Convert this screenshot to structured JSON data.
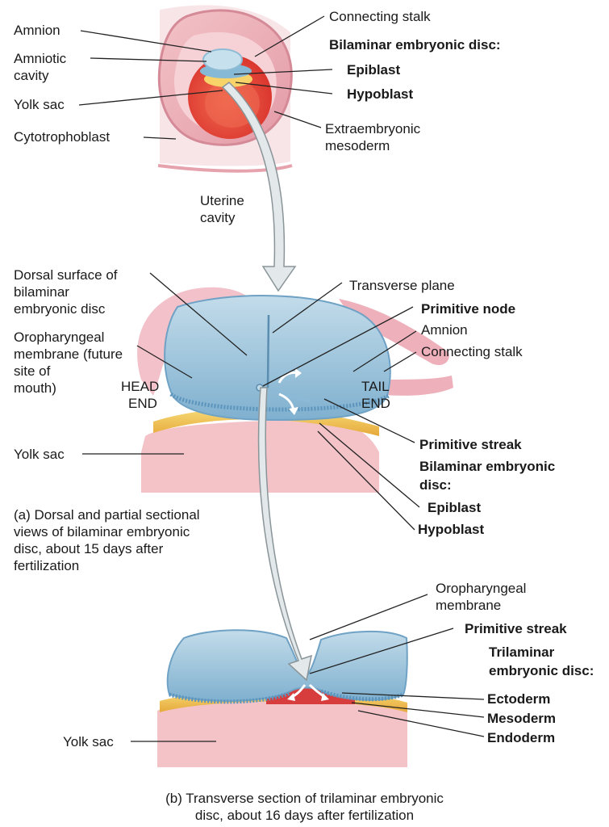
{
  "colors": {
    "amnion_blue": "#9cc6de",
    "epiblast_blue": "#86b9d6",
    "yolk_red": "#e4453a",
    "yolk_yellow": "#f1c43c",
    "pink_tissue": "#e7a1ac",
    "arrow_gray": "#e3e8ea",
    "mesoderm_red": "#d83d3d"
  },
  "top": {
    "amnion": "Amnion",
    "amniotic_cavity_1": "Amniotic",
    "amniotic_cavity_2": "cavity",
    "yolk_sac": "Yolk sac",
    "cytotrophoblast": "Cytotrophoblast",
    "connecting_stalk": "Connecting stalk",
    "bilaminar_heading": "Bilaminar embryonic disc:",
    "epiblast": "Epiblast",
    "hypoblast": "Hypoblast",
    "extraembryonic_1": "Extraembryonic",
    "extraembryonic_2": "mesoderm",
    "uterine_1": "Uterine",
    "uterine_2": "cavity"
  },
  "middle": {
    "dorsal_1": "Dorsal surface of",
    "dorsal_2": "bilaminar",
    "dorsal_3": "embryonic disc",
    "transverse_plane": "Transverse plane",
    "primitive_node": "Primitive node",
    "amnion": "Amnion",
    "connecting_stalk": "Connecting stalk",
    "oro_1": "Oropharyngeal",
    "oro_2": "membrane (future",
    "oro_3": "site of",
    "oro_4": "mouth)",
    "head_1": "HEAD",
    "head_2": "END",
    "tail_1": "TAIL",
    "tail_2": "END",
    "yolk_sac": "Yolk sac",
    "primitive_streak": "Primitive streak",
    "bilaminar_1": "Bilaminar embryonic",
    "bilaminar_2": "disc:",
    "epiblast": "Epiblast",
    "hypoblast": "Hypoblast",
    "caption_a_1": "(a) Dorsal and partial sectional",
    "caption_a_2": "views of bilaminar embryonic",
    "caption_a_3": "disc, about 15 days after",
    "caption_a_4": "fertilization"
  },
  "bottom": {
    "oro_1": "Oropharyngeal",
    "oro_2": "membrane",
    "primitive_streak": "Primitive streak",
    "trilaminar_1": "Trilaminar",
    "trilaminar_2": "embryonic disc:",
    "ectoderm": "Ectoderm",
    "mesoderm": "Mesoderm",
    "endoderm": "Endoderm",
    "yolk_sac": "Yolk sac",
    "caption_b_1": "(b) Transverse section of trilaminar embryonic",
    "caption_b_2": "disc, about 16 days after fertilization"
  }
}
